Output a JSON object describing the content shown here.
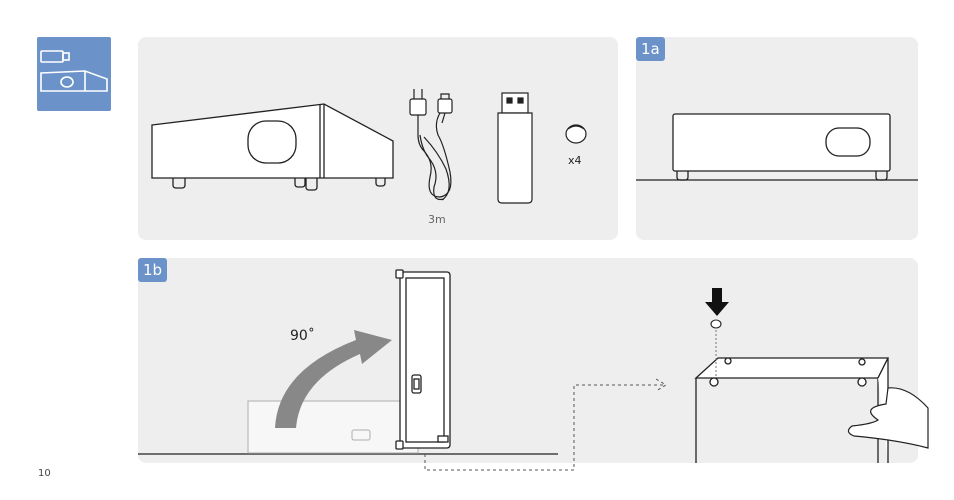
{
  "page": {
    "number": "10"
  },
  "icon": {
    "name": "projector-with-dongle-icon"
  },
  "panel_contents": {
    "cable_length": "3m",
    "feet_count": "x4"
  },
  "panel_1a": {
    "badge": "1a"
  },
  "panel_1b": {
    "badge": "1b",
    "rotation_angle": "90˚"
  },
  "colors": {
    "accent": "#6c93c9",
    "panel_bg": "#eeeeee",
    "line": "#222222",
    "arrow_grey": "#888888"
  }
}
